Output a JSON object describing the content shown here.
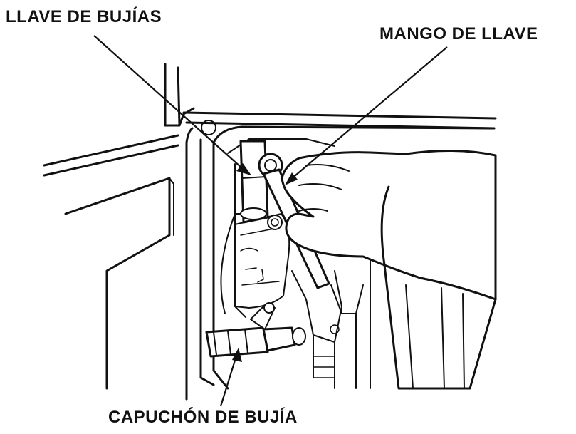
{
  "labels": {
    "spark_plug_wrench": "LLAVE DE BUJÍAS",
    "wrench_handle": "MANGO DE LLAVE",
    "spark_plug_cap": "CAPUCHÓN DE BUJÍA"
  },
  "colors": {
    "ink": "#111111",
    "background": "#ffffff"
  }
}
